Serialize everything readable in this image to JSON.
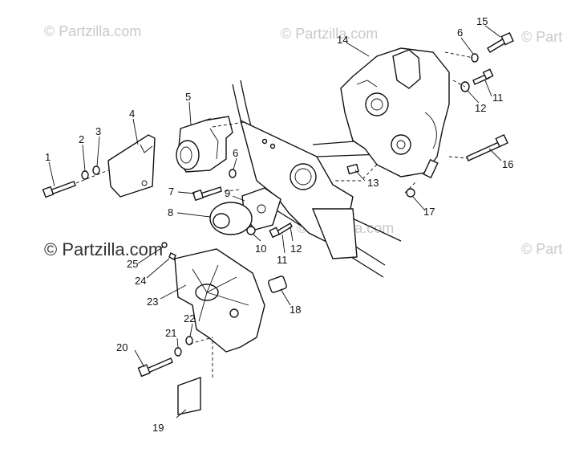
{
  "watermarks": [
    "© Partzilla.com",
    "© Partzilla.com",
    "© Part",
    "© Partzilla.com",
    "© Partzilla.com",
    "© Part"
  ],
  "callouts": [
    "1",
    "2",
    "3",
    "4",
    "5",
    "6",
    "6",
    "7",
    "8",
    "9",
    "10",
    "11",
    "11",
    "12",
    "12",
    "13",
    "14",
    "15",
    "16",
    "17",
    "18",
    "19",
    "20",
    "21",
    "22",
    "23",
    "24",
    "25"
  ],
  "colors": {
    "ink": "#111111",
    "watermark": "#c9c9c9",
    "background": "#ffffff"
  }
}
